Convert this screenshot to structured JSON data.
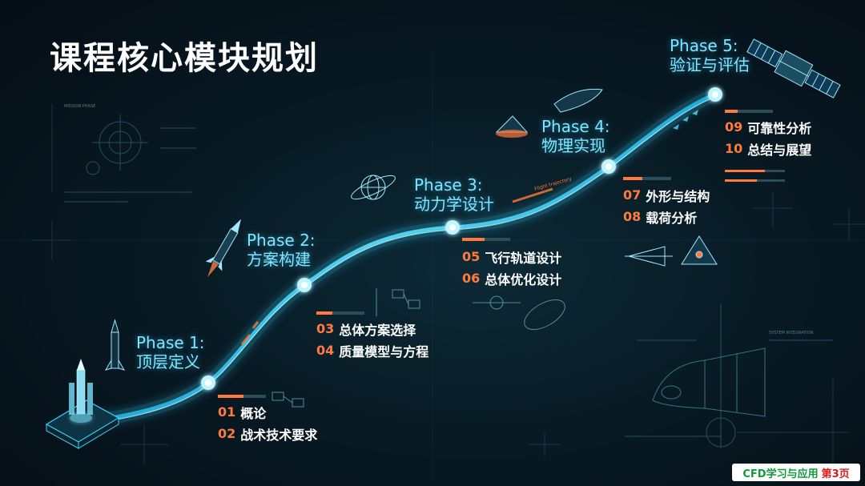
{
  "title": "课程核心模块规划",
  "phases": [
    {
      "line1": "Phase 1:",
      "line2": "顶层定义",
      "modules": [
        {
          "num": "01",
          "label": "概论"
        },
        {
          "num": "02",
          "label": "战术技术要求"
        }
      ]
    },
    {
      "line1": "Phase 2:",
      "line2": "方案构建",
      "modules": [
        {
          "num": "03",
          "label": "总体方案选择"
        },
        {
          "num": "04",
          "label": "质量模型与方程"
        }
      ]
    },
    {
      "line1": "Phase 3:",
      "line2": "动力学设计",
      "modules": [
        {
          "num": "05",
          "label": "飞行轨道设计"
        },
        {
          "num": "06",
          "label": "总体优化设计"
        }
      ]
    },
    {
      "line1": "Phase 4:",
      "line2": "物理实现",
      "modules": [
        {
          "num": "07",
          "label": "外形与结构"
        },
        {
          "num": "08",
          "label": "载荷分析"
        }
      ]
    },
    {
      "line1": "Phase 5:",
      "line2": "验证与评估",
      "modules": [
        {
          "num": "09",
          "label": "可靠性分析"
        },
        {
          "num": "10",
          "label": "总结与展望"
        }
      ]
    }
  ],
  "deco_text": {
    "mission_phase": "MISSION PHASE",
    "system_integration": "SYSTEM INTEGRATION",
    "flight_trajectory": "Flight trajectory"
  },
  "footer": {
    "brand": "CFD学习与应用",
    "page": "第3页"
  },
  "colors": {
    "accent_cyan": "#7fe6ff",
    "module_number": "#ff7a3c",
    "path_glow": "#39d2ff",
    "background": "#061018"
  },
  "icons": [
    "launch-pad-rocket-icon",
    "rocket-icon",
    "rocket-icon",
    "globe-icon",
    "capsule-icon",
    "nose-cone-icon",
    "satellite-icon"
  ]
}
